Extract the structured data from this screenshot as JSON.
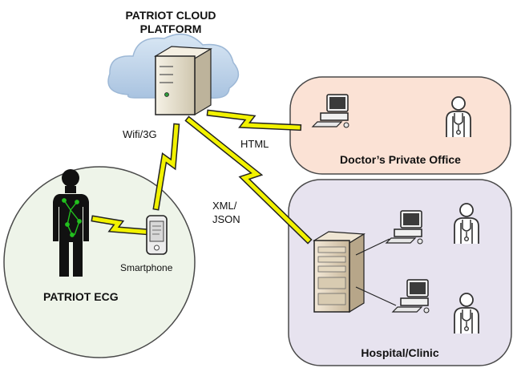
{
  "cloud": {
    "title_line1": "PATRIOT CLOUD",
    "title_line2": "PLATFORM"
  },
  "links": {
    "cloud_to_phone": "Wifi/3G",
    "cloud_to_office": "HTML",
    "cloud_to_hospital_line1": "XML/",
    "cloud_to_hospital_line2": "JSON"
  },
  "office": {
    "title": "Doctor’s Private Office"
  },
  "hospital": {
    "title": "Hospital/Clinic"
  },
  "patient": {
    "title": "PATRIOT ECG",
    "device": "Smartphone"
  },
  "colors": {
    "office_fill": "#fbe2d5",
    "hospital_fill": "#e7e3ef",
    "patient_fill": "#eef4e9",
    "lightning": "#f2f200",
    "cloud": "#bcd3ea",
    "server": "#eee8d8",
    "ecg_leads": "#22c01e"
  }
}
